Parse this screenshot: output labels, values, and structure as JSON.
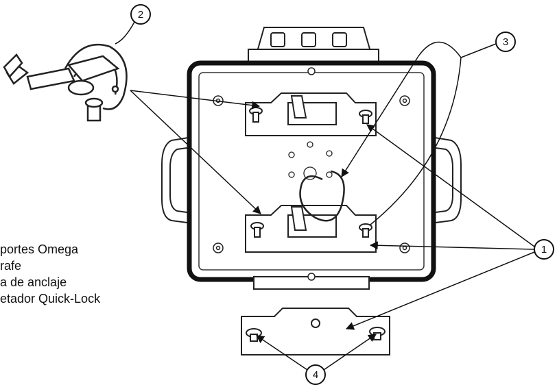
{
  "callouts": [
    "1",
    "2",
    "3",
    "4"
  ],
  "legend": [
    "portes Omega",
    "rafe",
    "a de anclaje",
    "etador Quick-Lock"
  ]
}
